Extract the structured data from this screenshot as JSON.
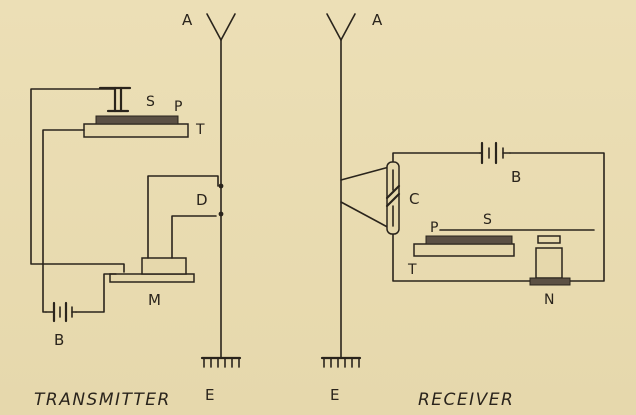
{
  "labels": {
    "antenna_tx": "A",
    "antenna_rx": "A",
    "spark_gap": "D",
    "key": "S",
    "key_plate": "P",
    "key_table": "T",
    "induction_coil": "M",
    "battery_tx": "B",
    "earth_tx": "E",
    "earth_rx": "E",
    "battery_rx": "B",
    "coherer": "C",
    "relay_plate": "P",
    "relay_spring": "S",
    "relay_table": "T",
    "relay_magnet": "N"
  },
  "captions": {
    "transmitter": "TRANSMITTER",
    "receiver": "RECEIVER"
  }
}
